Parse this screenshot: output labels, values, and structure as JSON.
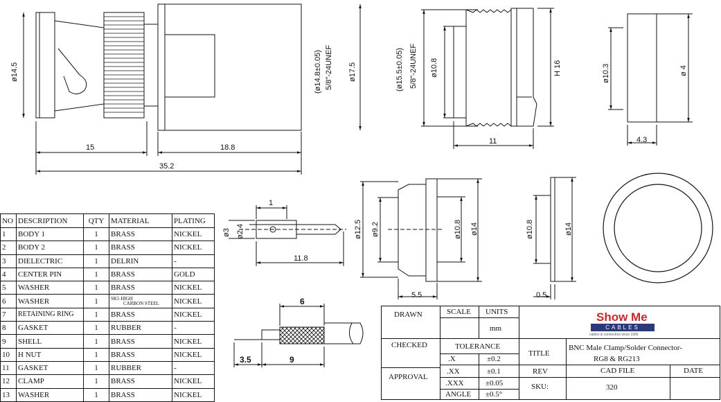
{
  "dimensions": {
    "top_left": {
      "dia_14_5": "ø14.5",
      "len_15": "15",
      "len_18_8": "18.8",
      "len_35_2": "35.2",
      "dia_14_8": "(ø14.8±0.05)",
      "thread": "5/8\"-24UNEF",
      "dia_17_5": "ø17.5"
    },
    "top_middle": {
      "dia_15_5": "(ø15.5±0.05)",
      "thread": "5/8\"-24UNEF",
      "dia_10_8": "ø10.8",
      "hex_16": "H 16",
      "len_11": "11"
    },
    "top_right": {
      "dia_10_3": "ø10.3",
      "dia_4": "ø 4",
      "len_4_3": "4.3"
    },
    "pin": {
      "len_1": "1",
      "dia_3": "ø3",
      "dia_2_4": "ø2.4",
      "len_11_8": "11.8"
    },
    "body2": {
      "dia_12_5": "ø12.5",
      "dia_9_2": "ø9.2",
      "dia_10_8": "ø10.8",
      "dia_14": "ø14",
      "len_5_5": "5.5"
    },
    "washer": {
      "dia_10_8": "ø10.8",
      "dia_14": "ø14",
      "len_0_5": "0.5"
    },
    "cable": {
      "len_6": "6",
      "len_3_5": "3.5",
      "len_9": "9"
    }
  },
  "parts_table": {
    "headers": [
      "NO",
      "DESCRIPTION",
      "QTY",
      "MATERIAL",
      "PLATING"
    ],
    "rows": [
      {
        "no": "1",
        "desc": "BODY 1",
        "qty": "1",
        "material": "BRASS",
        "plating": "NICKEL"
      },
      {
        "no": "2",
        "desc": "BODY 2",
        "qty": "1",
        "material": "BRASS",
        "plating": "NICKEL"
      },
      {
        "no": "3",
        "desc": "DIELECTRIC",
        "qty": "1",
        "material": "DELRIN",
        "plating": "-"
      },
      {
        "no": "4",
        "desc": "CENTER PIN",
        "qty": "1",
        "material": "BRASS",
        "plating": "GOLD"
      },
      {
        "no": "5",
        "desc": "WASHER",
        "qty": "1",
        "material": "BRASS",
        "plating": "NICKEL"
      },
      {
        "no": "6",
        "desc": "WASHER",
        "qty": "1",
        "material": "SK5 HIGH",
        "material2": "CARBON STEEL",
        "plating": "NICKEL"
      },
      {
        "no": "7",
        "desc": "RETAINING RING",
        "qty": "1",
        "material": "BRASS",
        "plating": "NICKEL"
      },
      {
        "no": "8",
        "desc": "GASKET",
        "qty": "1",
        "material": "RUBBER",
        "plating": "-"
      },
      {
        "no": "9",
        "desc": "SHELL",
        "qty": "1",
        "material": "BRASS",
        "plating": "NICKEL"
      },
      {
        "no": "10",
        "desc": "H NUT",
        "qty": "1",
        "material": "BRASS",
        "plating": "NICKEL"
      },
      {
        "no": "11",
        "desc": "GASKET",
        "qty": "1",
        "material": "RUBBER",
        "plating": "-"
      },
      {
        "no": "12",
        "desc": "CLAMP",
        "qty": "1",
        "material": "BRASS",
        "plating": "NICKEL"
      },
      {
        "no": "13",
        "desc": "WASHER",
        "qty": "1",
        "material": "BRASS",
        "plating": "NICKEL"
      }
    ]
  },
  "title_block": {
    "drawn": "DRAWN",
    "scale": "SCALE",
    "units": "UNITS",
    "units_value": "mm",
    "checked": "CHECKED",
    "tolerance": "TOLERANCE",
    "approval": "APPROVAL",
    "tol_x": ".X",
    "tol_x_val": "±0.2",
    "tol_xx": ".XX",
    "tol_xx_val": "±0.1",
    "tol_xxx": ".XXX",
    "tol_xxx_val": "±0.05",
    "angle": "ANGLE",
    "angle_val": "±0.5°",
    "title_label": "TITLE",
    "title_line1": "BNC Male Clamp/Solder Connector-",
    "title_line2": "RG8 & RG213",
    "rev": "REV",
    "cad_file": "CAD FILE",
    "date": "DATE",
    "sku_label": "SKU:",
    "sku_value": "320",
    "logo_main": "Show Me",
    "logo_sub": "CABLES",
    "logo_tag": "cables & connectors since 1995"
  },
  "colors": {
    "logo_red": "#c62828",
    "logo_navy": "#2a3a78"
  }
}
